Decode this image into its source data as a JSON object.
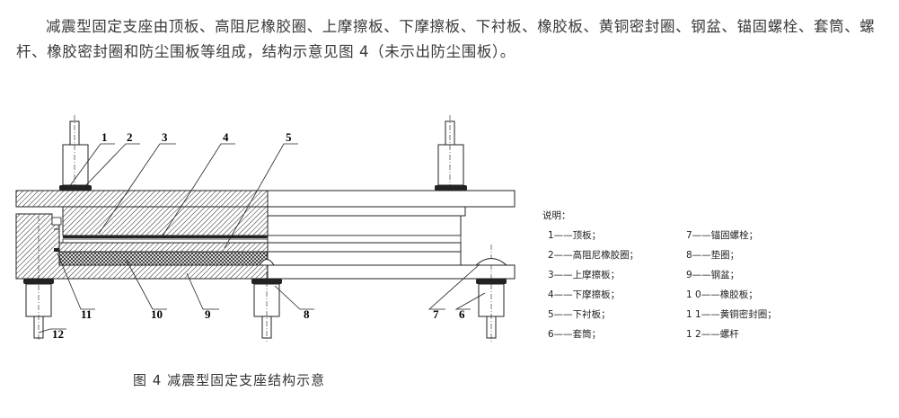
{
  "intro_text": "减震型固定支座由顶板、高阻尼橡胶圈、上摩擦板、下摩擦板、下衬板、橡胶板、黄铜密封圈、钢盆、锚固螺栓、套筒、螺杆、橡胶密封圈和防尘围板等组成，结构示意见图 4（未示出防尘围板）。",
  "callouts": [
    "1",
    "2",
    "3",
    "4",
    "5",
    "6",
    "7",
    "8",
    "9",
    "10",
    "11",
    "12"
  ],
  "legend": {
    "title": "说明：",
    "items": [
      "1——顶板；",
      "2——高阻尼橡胶圈；",
      "3——上摩擦板；",
      "4——下摩擦板；",
      "5——下衬板；",
      "6——套筒；",
      "7——锚固螺栓；",
      "8——垫圈；",
      "9——钢盆；",
      "1 0——橡胶板；",
      "1 1——黄铜密封圈；",
      "1 2——螺杆"
    ]
  },
  "caption": "图 4 减震型固定支座结构示意"
}
